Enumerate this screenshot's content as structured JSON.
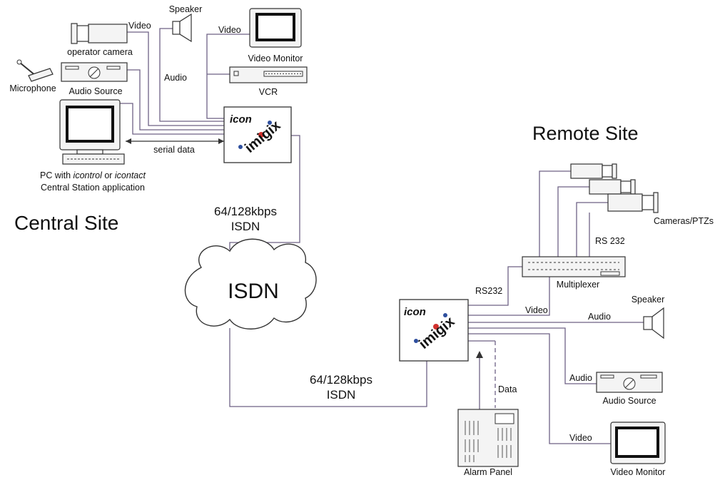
{
  "sites": {
    "central": "Central Site",
    "remote": "Remote Site"
  },
  "network": {
    "cloud_label": "ISDN",
    "link_top_rate": "64/128kbps",
    "link_top_type": "ISDN",
    "link_bottom_rate": "64/128kbps",
    "link_bottom_type": "ISDN"
  },
  "brand": {
    "name_prefix": "icon",
    "name_main": "imigix",
    "colors": {
      "icon_text": "#2e3fa0",
      "accent_dot": "#d0312d",
      "dots": "#2e4f9e"
    }
  },
  "central": {
    "speaker": "Speaker",
    "video_wire_camera": "Video",
    "video_wire_monitor": "Video",
    "operator_camera": "operator camera",
    "video_monitor": "Video Monitor",
    "audio_wire": "Audio",
    "microphone": "Microphone",
    "audio_source": "Audio Source",
    "vcr": "VCR",
    "serial_data": "serial data",
    "pc_line1_prefix": "PC with ",
    "pc_line1_app1": "icontrol",
    "pc_line1_mid": " or ",
    "pc_line1_app2": "icontact",
    "pc_line2": "Central Station application"
  },
  "remote": {
    "cameras": "Cameras/PTZs",
    "rs232_cameras": "RS 232",
    "rs232_mux": "RS232",
    "multiplexer": "Multiplexer",
    "video_wire_mux": "Video",
    "speaker": "Speaker",
    "audio_wire_speaker": "Audio",
    "audio_wire_source": "Audio",
    "audio_source": "Audio Source",
    "video_wire_monitor": "Video",
    "video_monitor": "Video Monitor",
    "data_wire": "Data",
    "alarm_panel": "Alarm Panel"
  }
}
